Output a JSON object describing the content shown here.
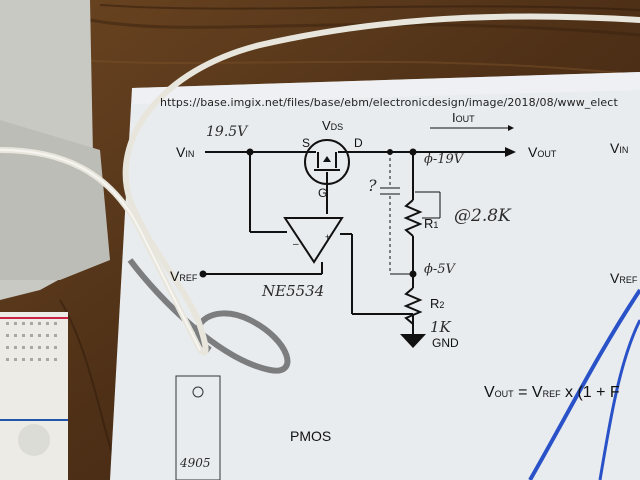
{
  "document": {
    "url": "https://base.imgix.net/files/base/ebm/electronicdesign/image/2018/08/www_elect"
  },
  "schematic": {
    "vin_label": "V",
    "vin_sub": "IN",
    "vin_note": "19.5V",
    "vds_label": "V",
    "vds_sub": "DS",
    "source_pin": "S",
    "drain_pin": "D",
    "gate_pin": "G",
    "iout_label": "I",
    "iout_sub": "OUT",
    "vout_label": "V",
    "vout_sub": "OUT",
    "vout_note": "ϕ-19V",
    "cap_note": "?",
    "r1_label": "R",
    "r1_sub": "1",
    "r1_note": "@2.8K",
    "vref_label": "V",
    "vref_sub": "REF",
    "node_note": "ϕ-5V",
    "r2_label": "R",
    "r2_sub": "2",
    "r2_value": "1K",
    "opamp_note": "NE5534",
    "gnd_label": "GND",
    "pmos_label": "PMOS",
    "package_label": "4905",
    "right_vin_label": "V",
    "right_vin_sub": "IN",
    "right_vref_label": "V",
    "right_vref_sub": "REF",
    "formula": "V",
    "formula_sub": "OUT",
    "formula_rest": " = V",
    "formula_sub2": "REF",
    "formula_tail": " x (1 + F"
  },
  "colors": {
    "wood": "#5a3a1c",
    "paper": "#eef0f2",
    "ink": "#111111",
    "cable": "#e8e6dc",
    "blue_wire": "#2a52c8"
  }
}
